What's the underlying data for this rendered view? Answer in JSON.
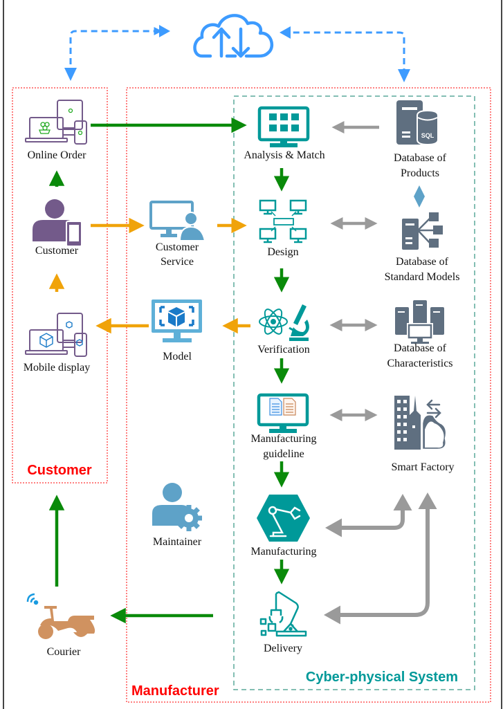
{
  "colors": {
    "group_border": "#ff0000",
    "cps_border": "#5aa89a",
    "flow_green": "#0a8a0a",
    "flow_orange": "#f0a30a",
    "flow_gray": "#9a9a9a",
    "cloud_blue": "#3d9bff",
    "teal_icon": "#009999",
    "slate_icon": "#5f6f80",
    "purple_icon": "#735a8a",
    "lightblue_icon": "#5ea2c8",
    "courier_tan": "#d09260"
  },
  "groups": {
    "customer": "Customer",
    "manufacturer": "Manufacturer",
    "cps": "Cyber-physical System"
  },
  "nodes": {
    "cloud": {
      "icon": "cloud-sync-icon"
    },
    "online_order": {
      "label": "Online Order",
      "icon": "multi-device-shopping-icon"
    },
    "customer": {
      "label": "Customer",
      "icon": "user-phone-icon"
    },
    "mobile_display": {
      "label": "Mobile display",
      "icon": "multi-device-model-icon"
    },
    "customer_service": {
      "label_line1": "Customer",
      "label_line2": "Service",
      "icon": "monitor-user-icon"
    },
    "model": {
      "label": "Model",
      "icon": "monitor-cube-icon"
    },
    "maintainer": {
      "label": "Maintainer",
      "icon": "user-gear-icon"
    },
    "courier": {
      "label": "Courier",
      "icon": "scooter-icon"
    },
    "analysis_match": {
      "label": "Analysis & Match",
      "icon": "monitor-grid-icon"
    },
    "design": {
      "label": "Design",
      "icon": "network-icon"
    },
    "verification": {
      "label": "Verification",
      "icon": "atom-microscope-icon"
    },
    "manufacturing_guideline": {
      "label_line1": "Manufacturing",
      "label_line2": "guideline",
      "icon": "monitor-documents-icon"
    },
    "manufacturing": {
      "label": "Manufacturing",
      "icon": "robot-arm-hexagon-icon"
    },
    "delivery": {
      "label": "Delivery",
      "icon": "robot-arm-boxes-icon"
    },
    "db_products": {
      "label_line1": "Database of",
      "label_line2": "Products",
      "icon": "sql-server-icon",
      "badge": "SQL"
    },
    "db_standard_models": {
      "label_line1": "Database of",
      "label_line2": "Standard Models",
      "icon": "server-hierarchy-icon"
    },
    "db_characteristics": {
      "label_line1": "Database of",
      "label_line2": "Characteristics",
      "icon": "servers-monitor-icon"
    },
    "smart_factory": {
      "label": "Smart Factory",
      "icon": "building-cloud-icon"
    }
  }
}
